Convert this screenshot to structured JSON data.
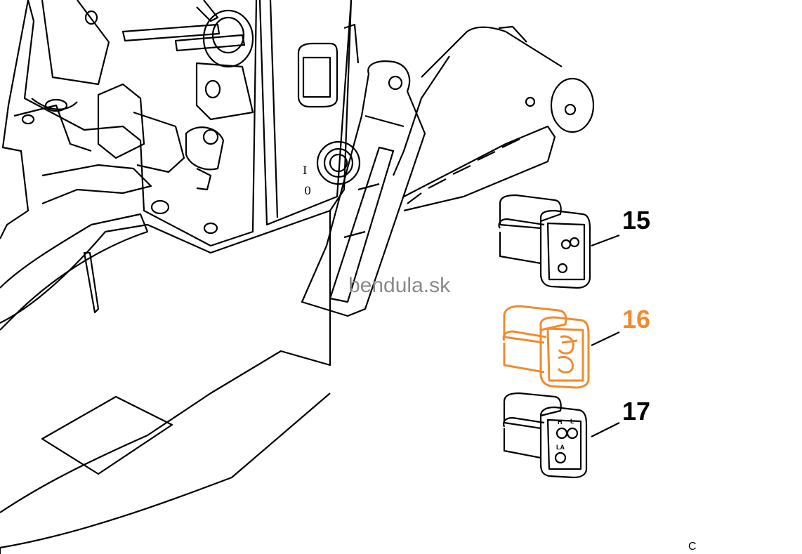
{
  "watermark": "bendula.sk",
  "switch_labels": {
    "on": "I",
    "off": "0"
  },
  "corner_mark": "C",
  "callouts": [
    {
      "id": "15",
      "label": "15",
      "color": "#000000",
      "highlighted": false
    },
    {
      "id": "16",
      "label": "16",
      "color": "#f28a2e",
      "highlighted": true
    },
    {
      "id": "17",
      "label": "17",
      "color": "#000000",
      "highlighted": false
    }
  ],
  "plate_17_markings": {
    "h": "H",
    "l": "L",
    "la": "LA"
  },
  "colors": {
    "line": "#000000",
    "highlight": "#f28a2e",
    "watermark": "#8a8a8a"
  }
}
